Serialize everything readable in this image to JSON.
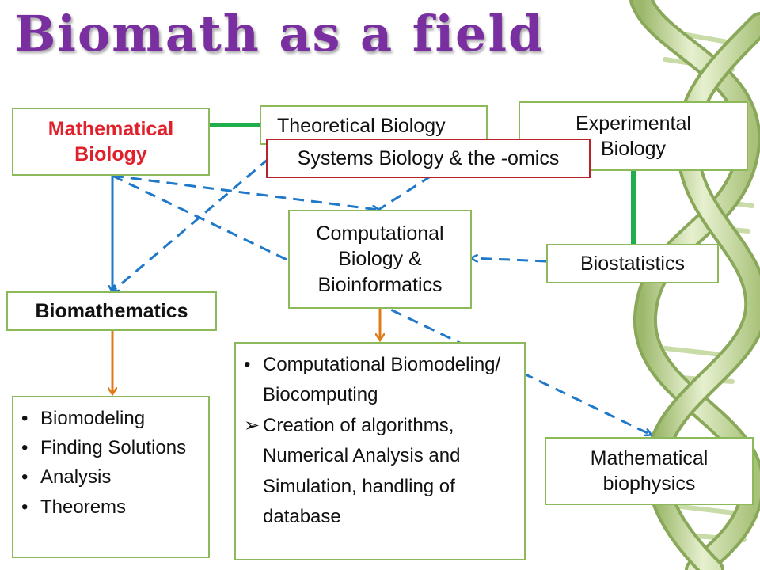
{
  "slide": {
    "title": "Biomath as a field"
  },
  "nodes": {
    "mathematical_biology": "Mathematical Biology",
    "theoretical_biology": "Theoretical Biology",
    "systems_biology": "Systems Biology & the -omics",
    "experimental_biology": "Experimental Biology",
    "computational_biology": "Computational Biology & Bioinformatics",
    "biostatistics": "Biostatistics",
    "biomathematics": "Biomathematics",
    "mathematical_biophysics": "Mathematical biophysics"
  },
  "biomath_list": {
    "items": [
      "Biomodeling",
      "Finding Solutions",
      "Analysis",
      "Theorems"
    ]
  },
  "computational_list": {
    "items": [
      {
        "marker": "•",
        "text": "Computational Biomodeling/ Biocomputing"
      },
      {
        "marker": "➢",
        "text": "Creation of algorithms, Numerical Analysis and Simulation, handling of database"
      }
    ]
  },
  "colors": {
    "title": "#7a2fa0",
    "box_border": "#8cba5a",
    "systems_border": "#b8222c",
    "green_link": "#1fae4b",
    "blue_arrow": "#1f78c8",
    "orange_arrow": "#e07b1a"
  },
  "decoration": {
    "background_icon": "dna-helix-icon"
  }
}
